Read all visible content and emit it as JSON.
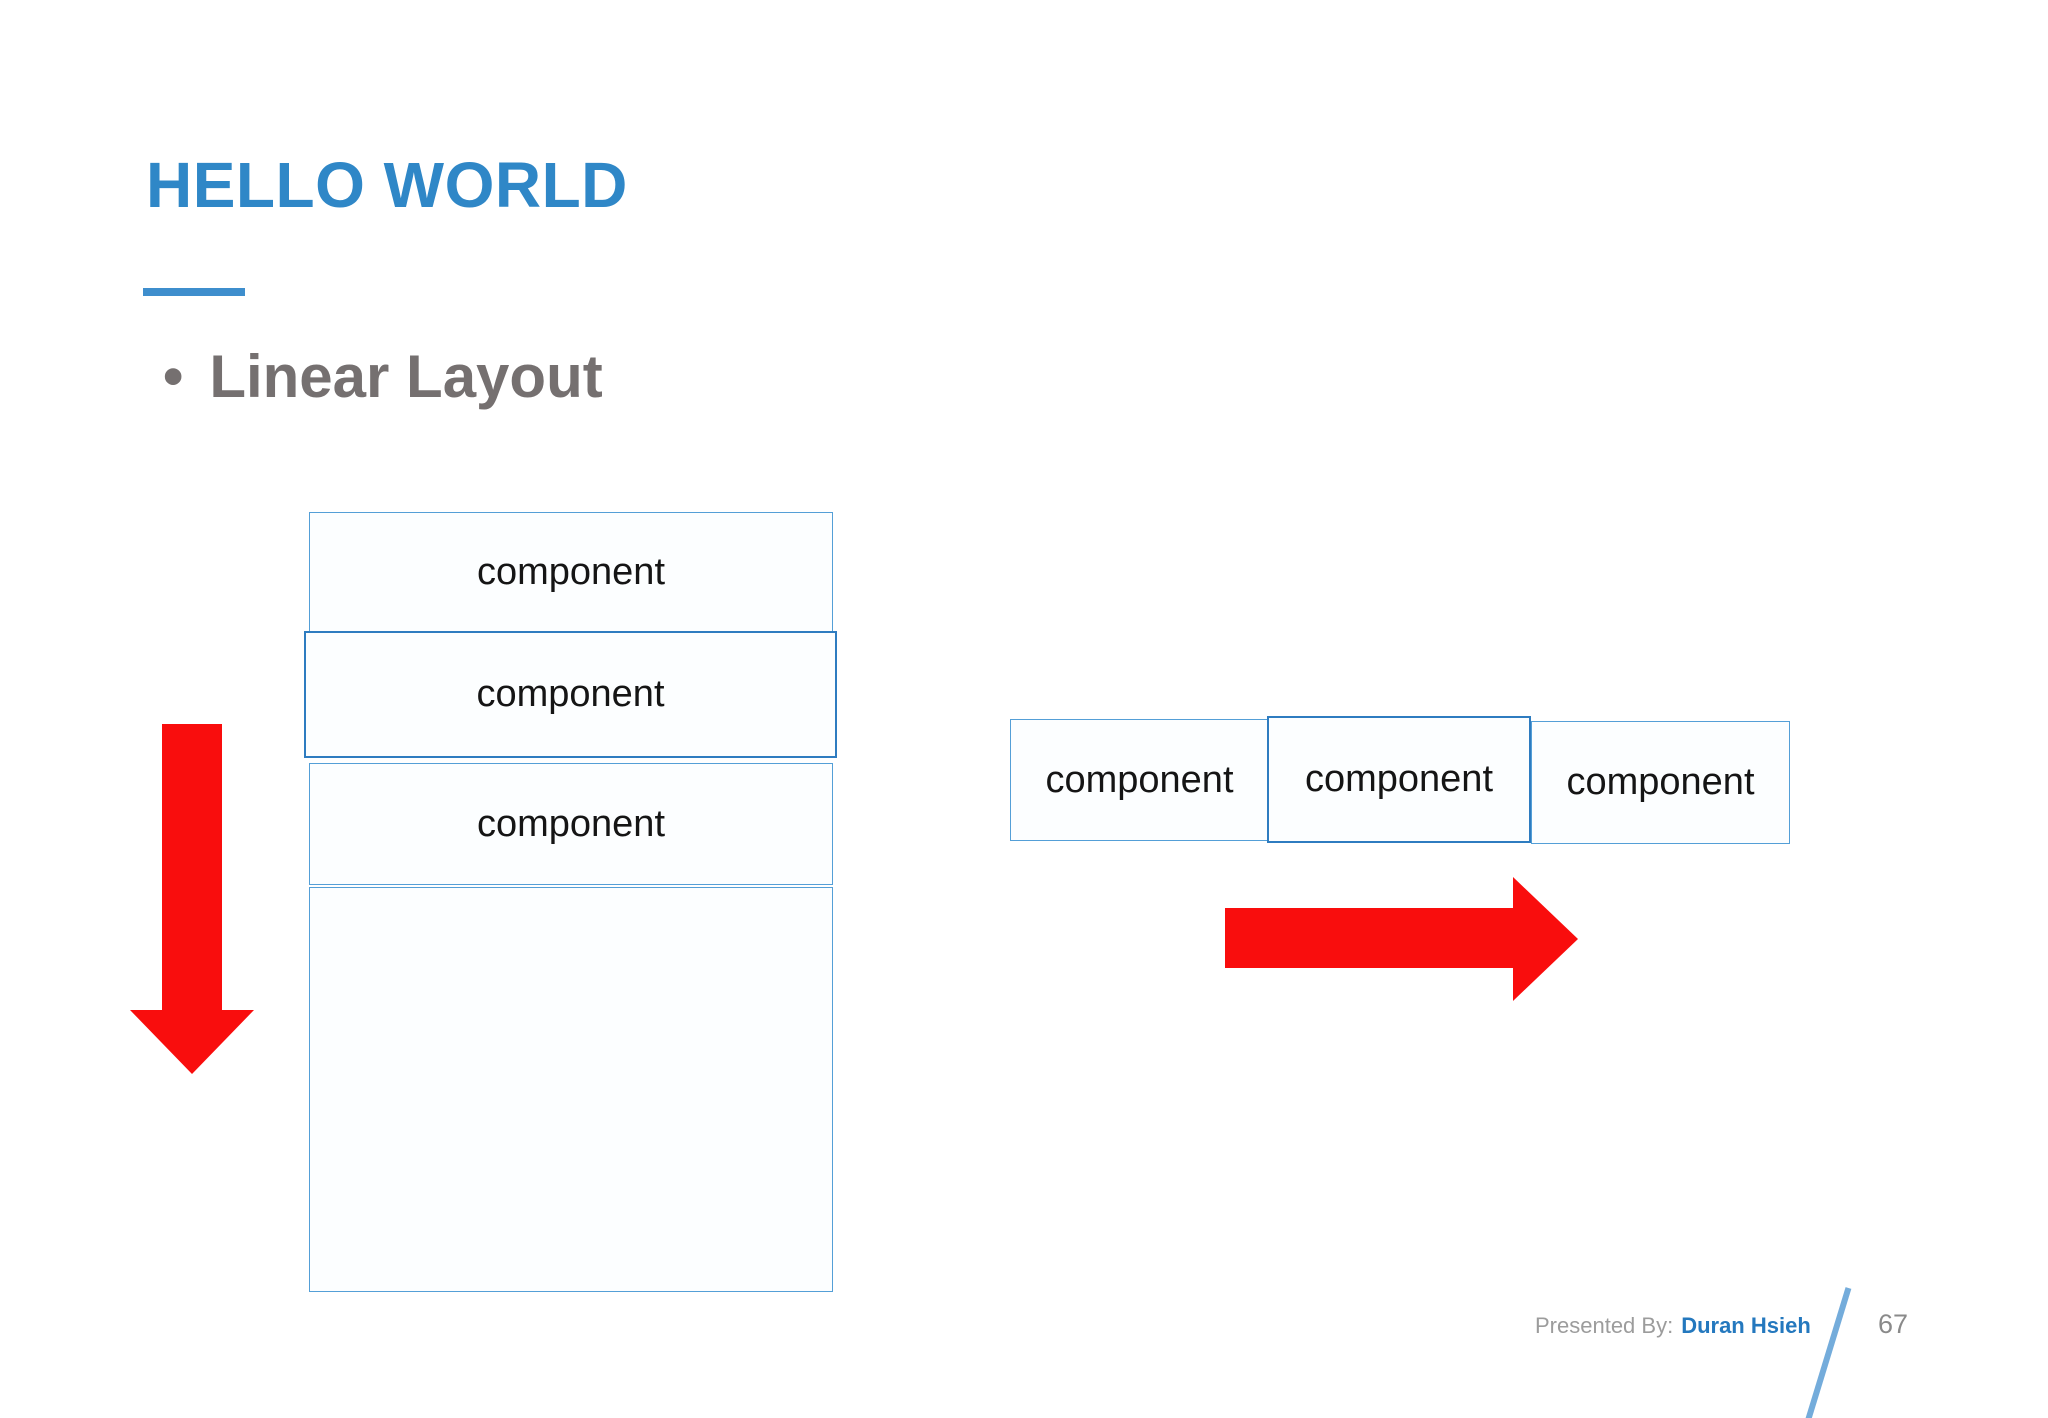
{
  "slide": {
    "title": "HELLO WORLD",
    "bullet": {
      "glyph": "•",
      "label": "Linear Layout"
    },
    "vertical_group": {
      "components": [
        "component",
        "component",
        "component"
      ]
    },
    "horizontal_group": {
      "components": [
        "component",
        "component",
        "component"
      ]
    },
    "footer": {
      "presented_by_label": "Presented By:",
      "presenter_name": "Duran Hsieh",
      "page_number": "67"
    },
    "colors": {
      "title_blue": "#2F87C7",
      "accent_line_blue_strong": "#3E8ECD",
      "bullet_gray": "#757070",
      "box_border_blue": "#549FD7",
      "box_border_blue_dark": "#2E7CC0",
      "arrow_red": "#F90D0D",
      "footer_gray": "#9C9C9C",
      "footer_link_blue": "#2478BE",
      "accent_line_blue": "#74ACDB",
      "page_gray": "#8A8A8A"
    }
  }
}
